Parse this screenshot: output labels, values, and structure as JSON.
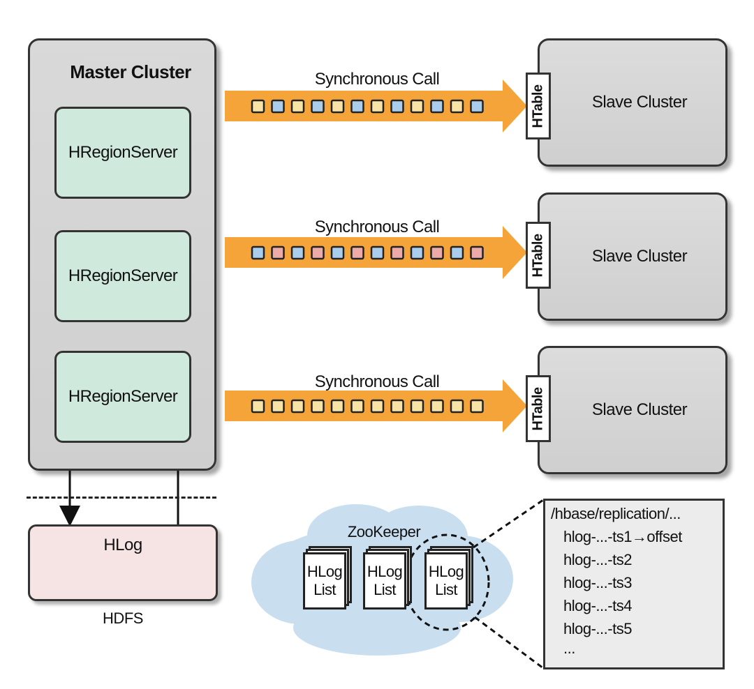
{
  "master_cluster": {
    "title": "Master Cluster",
    "region_servers": [
      "HRegionServer",
      "HRegionServer",
      "HRegionServer"
    ]
  },
  "replication_links": [
    {
      "label": "Synchronous Call",
      "target_tag": "HTable",
      "target": "Slave Cluster",
      "queue": [
        "y",
        "b",
        "y",
        "b",
        "y",
        "b",
        "y",
        "b",
        "y",
        "b",
        "y",
        "b"
      ]
    },
    {
      "label": "Synchronous Call",
      "target_tag": "HTable",
      "target": "Slave Cluster",
      "queue": [
        "b",
        "r",
        "b",
        "r",
        "b",
        "r",
        "b",
        "r",
        "b",
        "r",
        "b",
        "r"
      ]
    },
    {
      "label": "Synchronous Call",
      "target_tag": "HTable",
      "target": "Slave Cluster",
      "queue": [
        "y",
        "y",
        "y",
        "y",
        "y",
        "y",
        "y",
        "y",
        "y",
        "y",
        "y",
        "y"
      ]
    }
  ],
  "hdfs": {
    "hlog_title": "HLog",
    "label": "HDFS"
  },
  "zookeeper": {
    "label": "ZooKeeper",
    "lists": [
      {
        "line1": "HLog",
        "line2": "List"
      },
      {
        "line1": "HLog",
        "line2": "List"
      },
      {
        "line1": "HLog",
        "line2": "List"
      }
    ]
  },
  "replication_state": {
    "path": "/hbase/replication/...",
    "entries": [
      "hlog-...-ts1→offset",
      "hlog-...-ts2",
      "hlog-...-ts3",
      "hlog-...-ts4",
      "hlog-...-ts5"
    ],
    "more": "..."
  },
  "colors": {
    "arrow": "#f5a43a",
    "queue_yellow": "#f7e3a6",
    "queue_blue": "#a9cdea",
    "queue_red": "#ecaaa8",
    "region_fill": "#cfe9dc",
    "cluster_fill": "#d4d4d4",
    "cloud": "#c9dff0"
  }
}
